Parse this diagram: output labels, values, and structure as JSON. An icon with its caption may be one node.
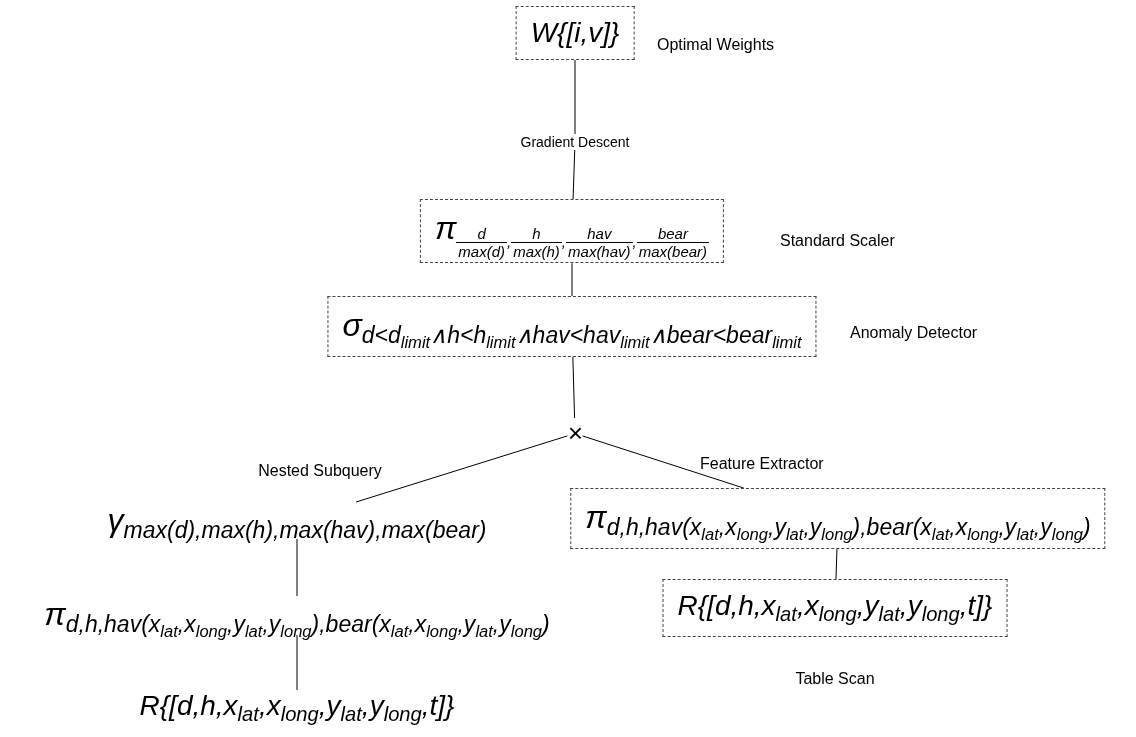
{
  "diagram": {
    "nodes": [
      {
        "text": [
          "W{[i,v]}"
        ],
        "beside": [
          "Optimal Weights"
        ]
      },
      {
        "text": [
          "Gradient Descent"
        ]
      },
      {
        "text": [
          "π",
          "d",
          "max(d)",
          ",",
          "h",
          "max(h)",
          ",",
          "hav",
          "max(hav)",
          ",",
          "bear",
          "max(bear)"
        ],
        "beside": [
          "Standard Scaler"
        ]
      },
      {
        "text": [
          "σ",
          "d<d$_{limit}$∧h<h$_{limit}$∧hav<hav$_{limit}$∧bear<bear$_{limit}$"
        ],
        "beside": [
          "Anomaly Detector"
        ]
      },
      {
        "text": [
          "×"
        ]
      },
      {
        "text": [
          "γ",
          "max(d),max(h),max(hav),max(bear)"
        ],
        "beside": [
          "Nested Subquery"
        ]
      },
      {
        "text": [
          "π",
          "d,h,hav(x$_{lat}$,x$_{long}$,y$_{lat}$,y$_{long}$),bear(x$_{lat}$,x$_{long}$,y$_{lat}$,y$_{long}$)"
        ]
      },
      {
        "text": [
          "R{[d,h,x$_{lat}$,x$_{long}$,y$_{lat}$,y$_{long}$,t]}"
        ]
      },
      {
        "text": [
          "π",
          "d,h,hav(x$_{lat}$,x$_{long}$,y$_{lat}$,y$_{long}$),bear(x$_{lat}$,x$_{long}$,y$_{lat}$,y$_{long}$)"
        ],
        "beside": [
          "Feature Extractor"
        ]
      },
      {
        "text": [
          "R{[d,h,x$_{lat}$,x$_{long}$,y$_{lat}$,y$_{long}$,t]}"
        ],
        "beside": [
          "Table Scan"
        ]
      }
    ],
    "edges": [
      {
        "from": 0,
        "to": 1,
        "arrow": "none"
      },
      {
        "from": 1,
        "to": 2,
        "arrow": "none"
      },
      {
        "from": 2,
        "to": 3,
        "arrow": "none"
      },
      {
        "from": 3,
        "to": 4,
        "arrow": "none"
      },
      {
        "from": 4,
        "to": 5,
        "arrow": "none"
      },
      {
        "from": 4,
        "to": 8,
        "arrow": "none"
      },
      {
        "from": 5,
        "to": 6,
        "arrow": "none"
      },
      {
        "from": 6,
        "to": 7,
        "arrow": "none"
      },
      {
        "from": 8,
        "to": 9,
        "arrow": "none"
      }
    ]
  }
}
